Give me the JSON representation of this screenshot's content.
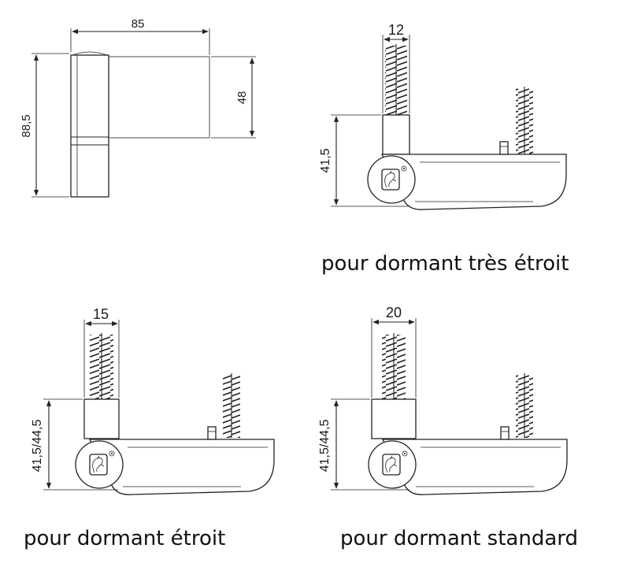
{
  "colors": {
    "line": "#222222",
    "text": "#111111",
    "background": "#ffffff"
  },
  "top_left": {
    "dim_width": "85",
    "dim_height_total": "88,5",
    "dim_height_upper": "48"
  },
  "variants": [
    {
      "dim_pin": "12",
      "dim_height": "41,5",
      "caption": "pour dormant très étroit"
    },
    {
      "dim_pin": "15",
      "dim_height": "41,5/44,5",
      "caption": "pour dormant étroit"
    },
    {
      "dim_pin": "20",
      "dim_height": "41,5/44,5",
      "caption": "pour dormant standard"
    }
  ]
}
